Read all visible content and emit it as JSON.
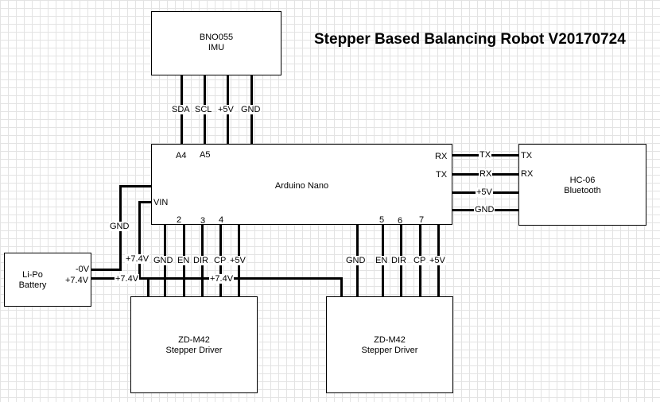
{
  "title": "Stepper Based Balancing Robot V20170724",
  "imu": {
    "name": "BNO055",
    "sub": "IMU",
    "pins": [
      "SDA",
      "SCL",
      "+5V",
      "GND"
    ]
  },
  "arduino": {
    "name": "Arduino Nano",
    "pins": {
      "a4": "A4",
      "a5": "A5",
      "rx": "RX",
      "tx": "TX",
      "vin": "VIN",
      "d2": "2",
      "d3": "3",
      "d4": "4",
      "d5": "5",
      "d6": "6",
      "d7": "7"
    }
  },
  "bluetooth": {
    "name": "HC-06",
    "sub": "Bluetooth",
    "pin_tx": "TX",
    "pin_rx": "RX",
    "wires": [
      "TX",
      "RX",
      "+5V",
      "GND"
    ]
  },
  "battery": {
    "name": "Li-Po",
    "sub": "Battery",
    "pin_neg": "-0V",
    "pin_pos": "+7.4V"
  },
  "power_labels": {
    "gnd": "GND",
    "v74_up": "+7.4V",
    "v74_a": "+7.4V",
    "v74_b": "+7.4V"
  },
  "drivers": [
    {
      "name": "ZD-M42",
      "sub": "Stepper Driver",
      "pins": [
        "GND",
        "EN",
        "DIR",
        "CP",
        "+5V"
      ]
    },
    {
      "name": "ZD-M42",
      "sub": "Stepper Driver",
      "pins": [
        "GND",
        "EN",
        "DIR",
        "CP",
        "+5V"
      ]
    }
  ]
}
